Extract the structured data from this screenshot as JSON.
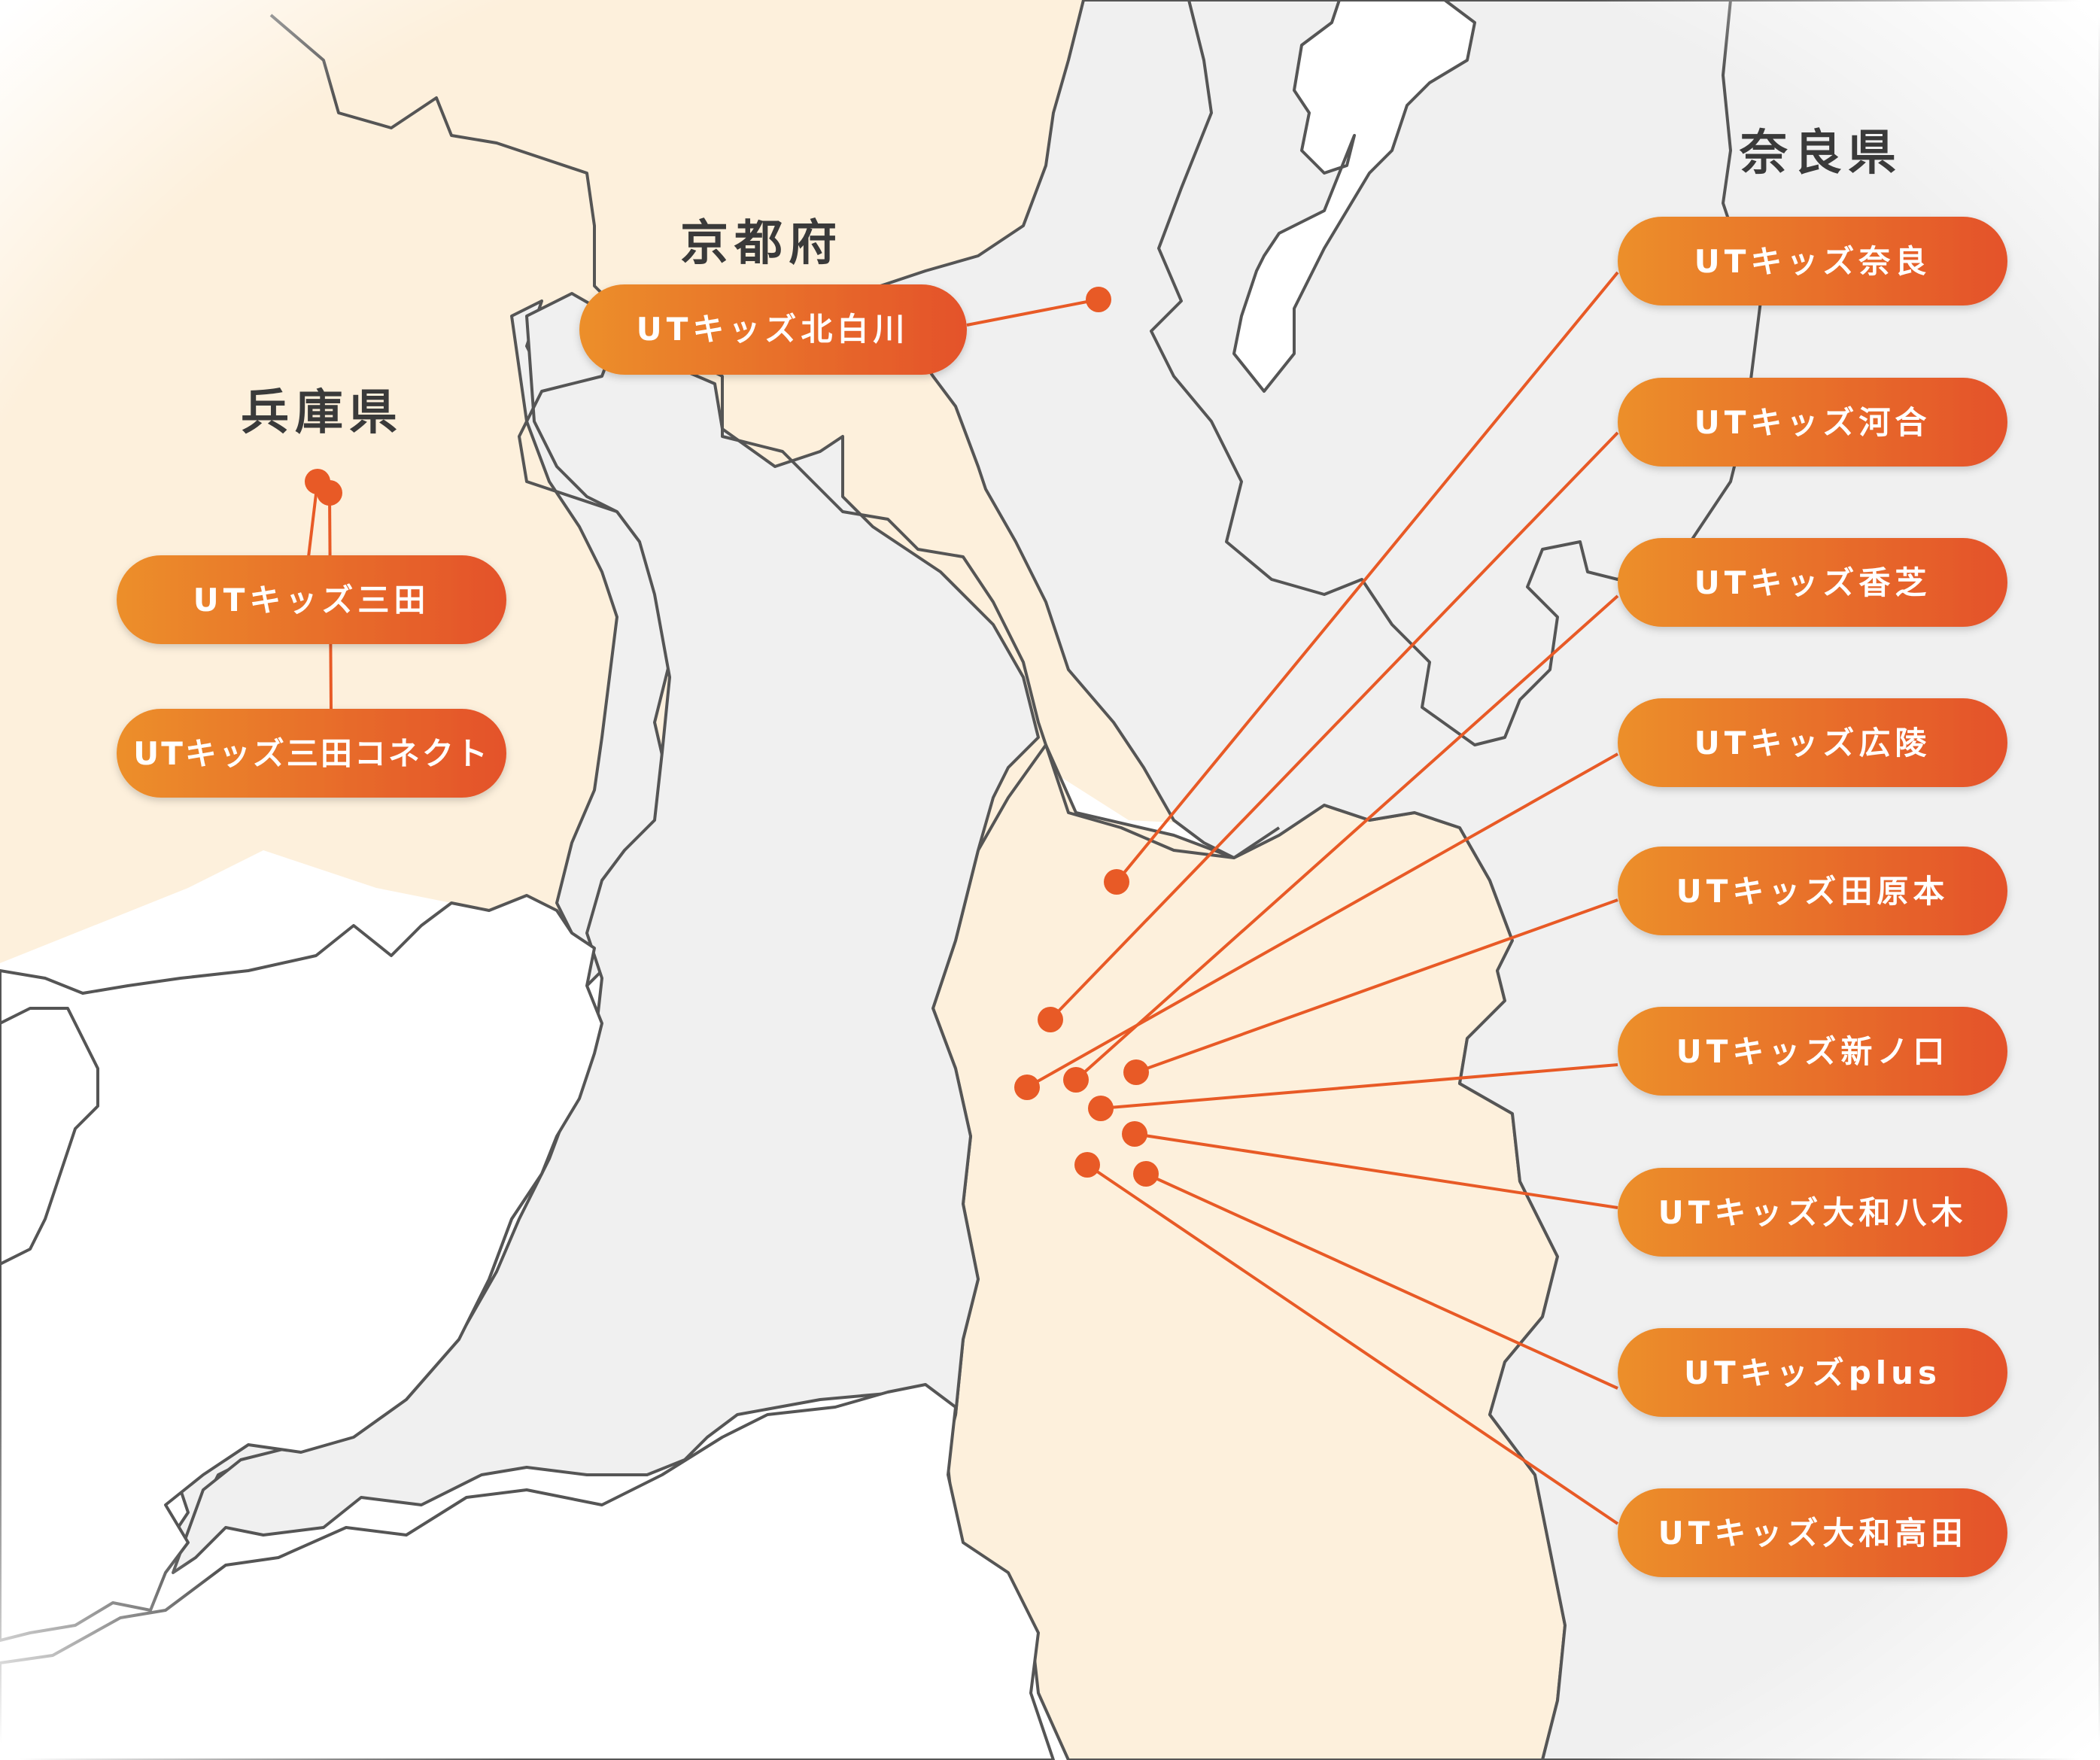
{
  "colors": {
    "accent": "#e85a26",
    "accent_light": "#ec8f2c",
    "osaka_fill": "#fdf0dc",
    "gray_fill": "#f0f0f0",
    "border": "#555555",
    "label_text": "#3a3a3a",
    "pill_text": "#ffffff"
  },
  "regions": [
    {
      "id": "hyogo",
      "label": "兵庫県"
    },
    {
      "id": "kyoto",
      "label": "京都府"
    },
    {
      "id": "nara",
      "label": "奈良県"
    }
  ],
  "locations": [
    {
      "id": "kitashirakawa",
      "label": "UTキッズ北白川"
    },
    {
      "id": "sanda",
      "label": "UTキッズ三田"
    },
    {
      "id": "sanda-connect",
      "label": "UTキッズ三田コネクト"
    },
    {
      "id": "nara",
      "label": "UTキッズ奈良"
    },
    {
      "id": "kawai",
      "label": "UTキッズ河合"
    },
    {
      "id": "kashiba",
      "label": "UTキッズ香芝"
    },
    {
      "id": "koryo",
      "label": "UTキッズ広陵"
    },
    {
      "id": "tawaramoto",
      "label": "UTキッズ田原本"
    },
    {
      "id": "shinnokuchi",
      "label": "UTキッズ新ノ口"
    },
    {
      "id": "yamato-yagi",
      "label": "UTキッズ大和八木"
    },
    {
      "id": "plus",
      "label": "UTキッズplus"
    },
    {
      "id": "yamato-takada",
      "label": "UTキッズ大和高田"
    }
  ]
}
